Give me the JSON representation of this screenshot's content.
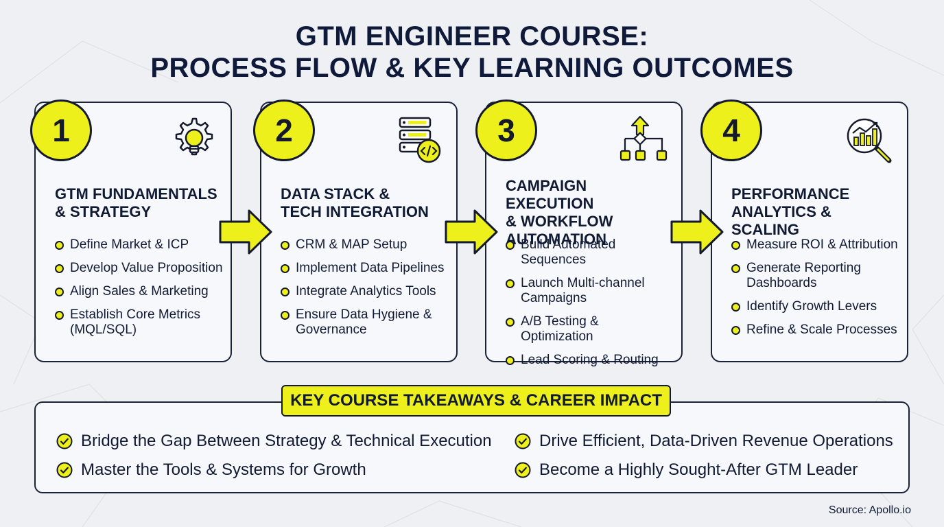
{
  "title": {
    "line1": "GTM ENGINEER COURSE:",
    "line2": "PROCESS FLOW & KEY LEARNING OUTCOMES"
  },
  "steps": [
    {
      "number": "1",
      "icon": "lightbulb-gear-icon",
      "title_lines": [
        "GTM FUNDAMENTALS",
        "& STRATEGY"
      ],
      "items": [
        "Define Market & ICP",
        "Develop Value Proposition",
        "Align Sales & Marketing",
        "Establish Core Metrics (MQL/SQL)"
      ]
    },
    {
      "number": "2",
      "icon": "database-code-icon",
      "title_lines": [
        "DATA STACK &",
        "TECH INTEGRATION"
      ],
      "items": [
        "CRM & MAP Setup",
        "Implement Data Pipelines",
        "Integrate Analytics Tools",
        "Ensure Data Hygiene & Governance"
      ]
    },
    {
      "number": "3",
      "icon": "workflow-icon",
      "title_lines": [
        "CAMPAIGN EXECUTION",
        "& WORKFLOW",
        "AUTOMATION"
      ],
      "items": [
        "Build Automated Sequences",
        "Launch Multi-channel Campaigns",
        "A/B Testing & Optimization",
        "Lead Scoring & Routing"
      ]
    },
    {
      "number": "4",
      "icon": "analytics-magnifier-icon",
      "title_lines": [
        "PERFORMANCE",
        "ANALYTICS & SCALING"
      ],
      "items": [
        "Measure ROI & Attribution",
        "Generate Reporting Dashboards",
        "Identify Growth Levers",
        "Refine & Scale Processes"
      ]
    }
  ],
  "takeaways": {
    "label": "KEY COURSE TAKEAWAYS & CAREER IMPACT",
    "items": [
      "Bridge the Gap Between Strategy & Technical Execution",
      "Drive Efficient, Data-Driven Revenue Operations",
      "Master the Tools & Systems for Growth",
      "Become a Highly Sought-After GTM Leader"
    ]
  },
  "source": "Source: Apollo.io",
  "colors": {
    "accent": "#eef01b",
    "ink": "#141a2c",
    "background": "#eef0f4"
  }
}
